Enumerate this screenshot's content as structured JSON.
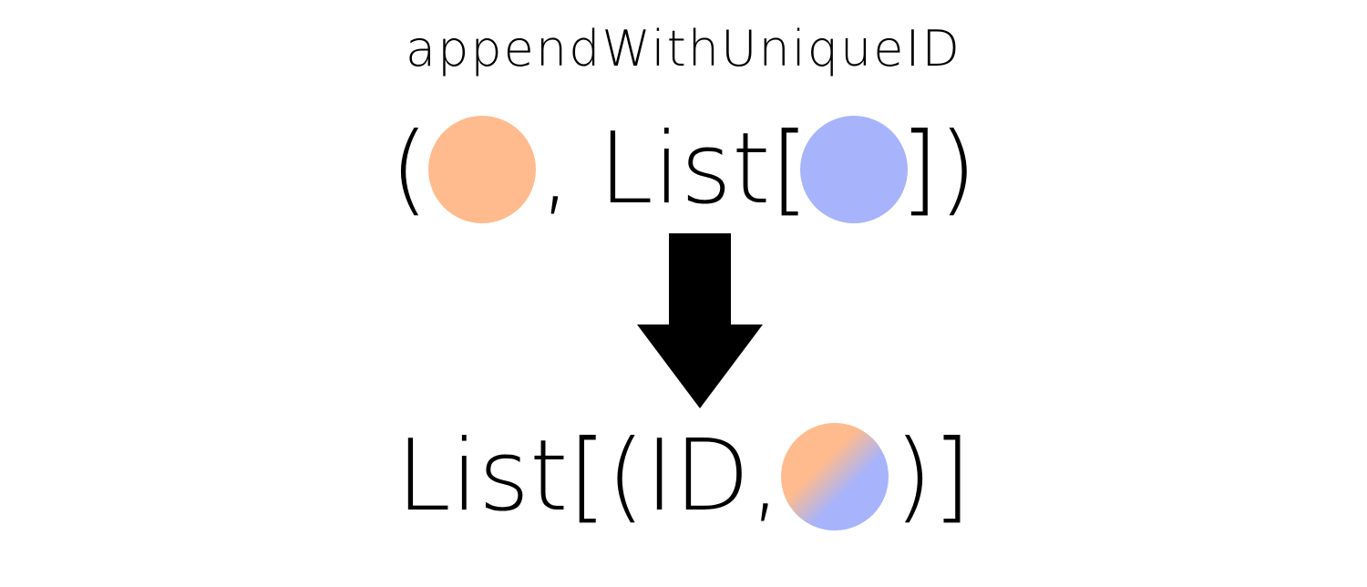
{
  "title": "appendWithUniqueID",
  "input": {
    "open_paren": "(",
    "separator": ",",
    "list_label": "List",
    "open_bracket": "[",
    "close_bracket": "]",
    "close_paren": ")"
  },
  "output": {
    "list_label": "List",
    "open_bracket": "[",
    "open_paren": "(",
    "id_label": "ID",
    "separator": ",",
    "close_paren": ")",
    "close_bracket": "]"
  },
  "colors": {
    "orange": "#FFBB8E",
    "blue": "#A7B4FB",
    "arrow": "#000000"
  },
  "icons": [
    "orange-circle-icon",
    "blue-circle-icon",
    "orange-blue-gradient-circle-icon",
    "down-arrow-icon"
  ]
}
